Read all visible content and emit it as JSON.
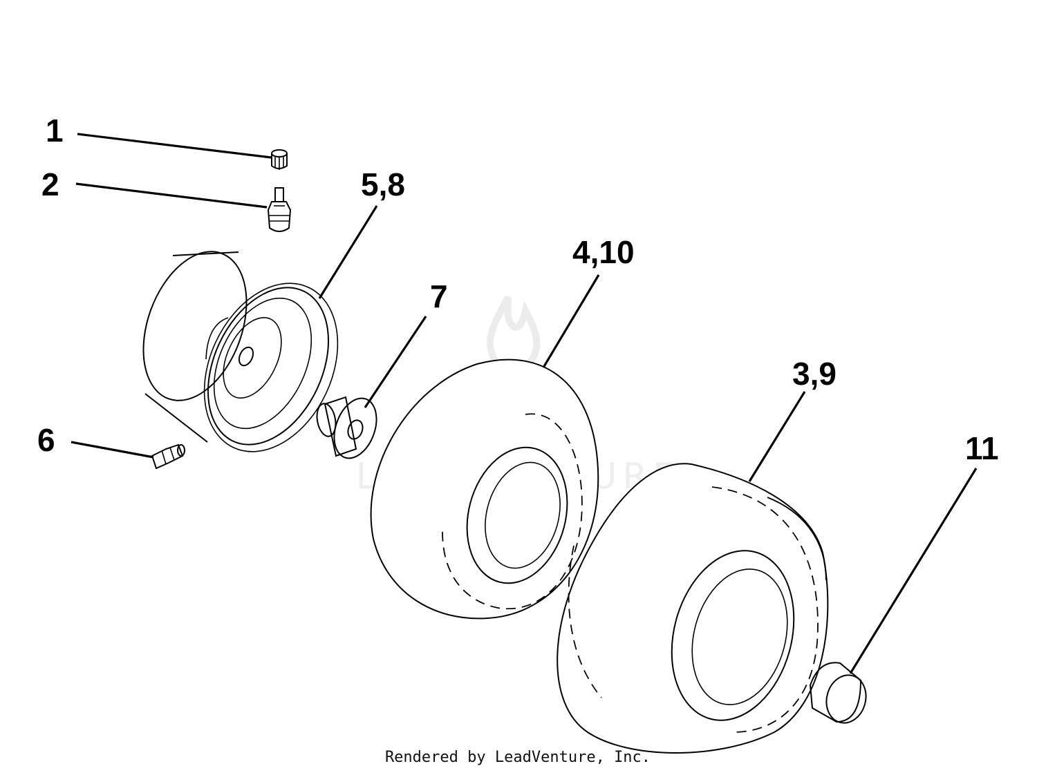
{
  "diagram": {
    "callouts": {
      "c1": "1",
      "c2": "2",
      "c58": "5,8",
      "c410": "4,10",
      "c7": "7",
      "c39": "3,9",
      "c6": "6",
      "c11": "11"
    },
    "watermark": "LEADVENTURE",
    "footer": "Rendered by LeadVenture, Inc."
  },
  "colors": {
    "line": "#000000",
    "background": "#ffffff",
    "watermark": "#eeeeee"
  }
}
